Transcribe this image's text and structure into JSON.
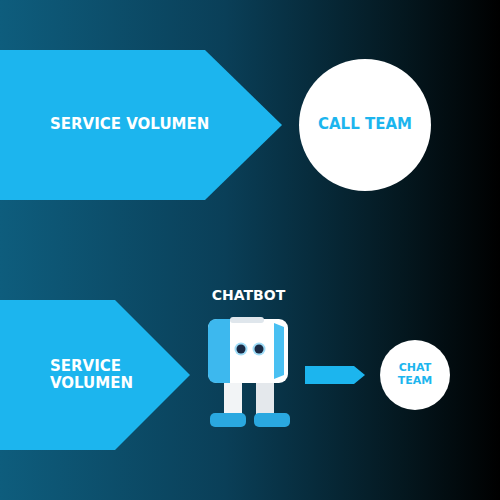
{
  "diagram": {
    "nodes": [
      {
        "text": [
          "SERVICE VOLUMEN"
        ]
      },
      {
        "text": [
          "CALL TEAM"
        ]
      },
      {
        "text": [
          "SERVICE VOLUMEN"
        ]
      },
      {
        "text": [
          "CHATBOT"
        ]
      },
      {
        "text": [
          "CHAT TEAM"
        ]
      }
    ],
    "edges": [
      {
        "from": 3,
        "to": 4,
        "arrow": "to"
      }
    ]
  }
}
